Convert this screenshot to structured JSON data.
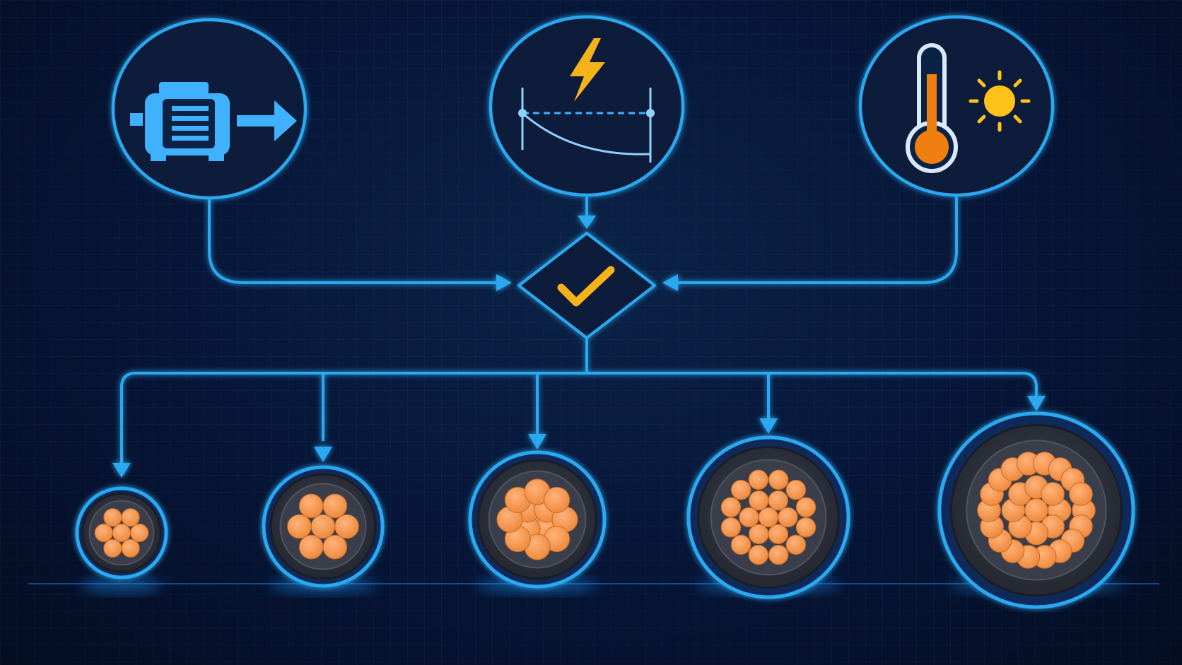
{
  "colors": {
    "background": "#06132b",
    "line": "#2aa8f0",
    "line_glow": "#1e8ff0",
    "node_fill": "#081a3a",
    "accent_yellow": "#f5b21b",
    "thermo_orange": "#f07f12",
    "sun_yellow": "#ffc21a",
    "copper": "#f2924a",
    "cable_jacket": "#2b2f3a",
    "cable_inner": "#3a3e4a"
  },
  "inputs": [
    {
      "name": "motor-load-node",
      "icon": "motor-icon"
    },
    {
      "name": "voltage-drop-node",
      "icon": "voltage-drop-icon"
    },
    {
      "name": "temperature-node",
      "icon": "thermometer-sun-icon"
    }
  ],
  "decision": {
    "name": "selection-check-node",
    "icon": "checkmark-icon"
  },
  "cables": [
    {
      "name": "cable-size-1",
      "strands": 7
    },
    {
      "name": "cable-size-2",
      "strands": 7
    },
    {
      "name": "cable-size-3",
      "strands": 13
    },
    {
      "name": "cable-size-4",
      "strands": 19
    },
    {
      "name": "cable-size-5",
      "strands": 27
    }
  ]
}
